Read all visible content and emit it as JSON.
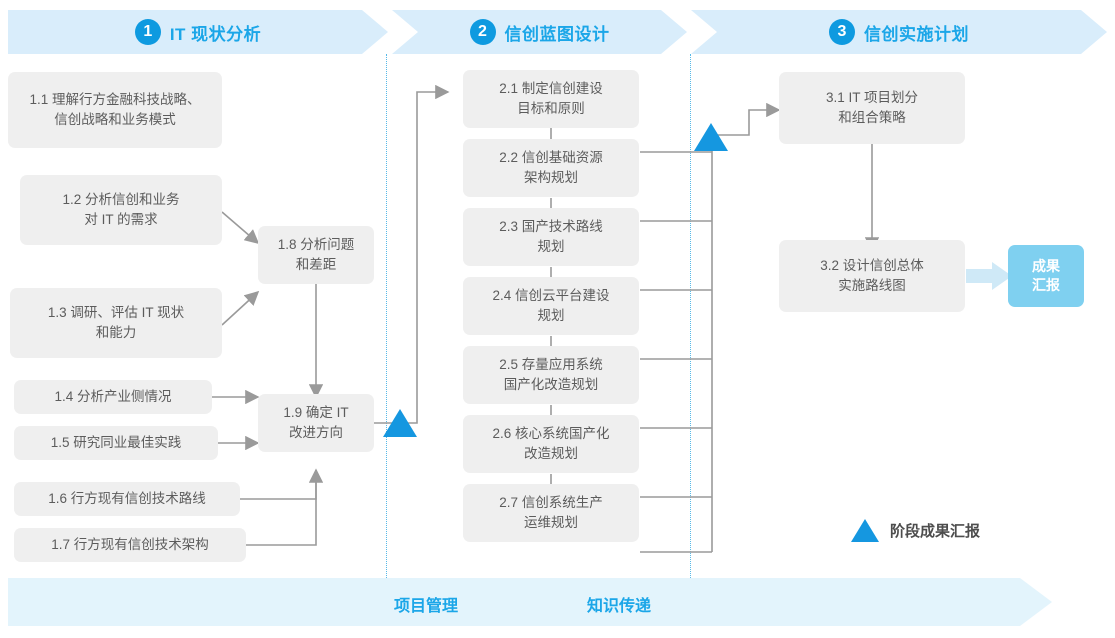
{
  "phases": [
    {
      "number": "1",
      "title": "IT 现状分析"
    },
    {
      "number": "2",
      "title": "信创蓝图设计"
    },
    {
      "number": "3",
      "title": "信创实施计划"
    }
  ],
  "nodes": {
    "n11": "1.1 理解行方金融科技战略、\n信创战略和业务模式",
    "n12": "1.2 分析信创和业务\n对 IT 的需求",
    "n13": "1.3 调研、评估 IT 现状\n和能力",
    "n14": "1.4 分析产业侧情况",
    "n15": "1.5 研究同业最佳实践",
    "n16": "1.6 行方现有信创技术路线",
    "n17": "1.7 行方现有信创技术架构",
    "n18": "1.8 分析问题\n和差距",
    "n19": "1.9 确定 IT\n改进方向",
    "n21": "2.1 制定信创建设\n目标和原则",
    "n22": "2.2 信创基础资源\n架构规划",
    "n23": "2.3 国产技术路线\n规划",
    "n24": "2.4 信创云平台建设\n规划",
    "n25": "2.5 存量应用系统\n国产化改造规划",
    "n26": "2.6 核心系统国产化\n改造规划",
    "n27": "2.7 信创系统生产\n运维规划",
    "n31": "3.1 IT 项目划分\n和组合策略",
    "n32": "3.2 设计信创总体\n实施路线图"
  },
  "outcome": {
    "label": "成果\n汇报"
  },
  "legend": {
    "label": "阶段成果汇报",
    "marker": "triangle-milestone"
  },
  "streams": {
    "project_management": "项目管理",
    "knowledge_transfer": "知识传递"
  },
  "colors": {
    "accent": "#1ba6e8",
    "phase_bar": "#d9edfb",
    "node_bg": "#efefef",
    "node_text": "#5c5c5c",
    "milestone": "#1597e0",
    "outcome_bg": "#7fd0f0",
    "stream_bar": "#e3f4fc",
    "connector": "#9a9a9a"
  }
}
